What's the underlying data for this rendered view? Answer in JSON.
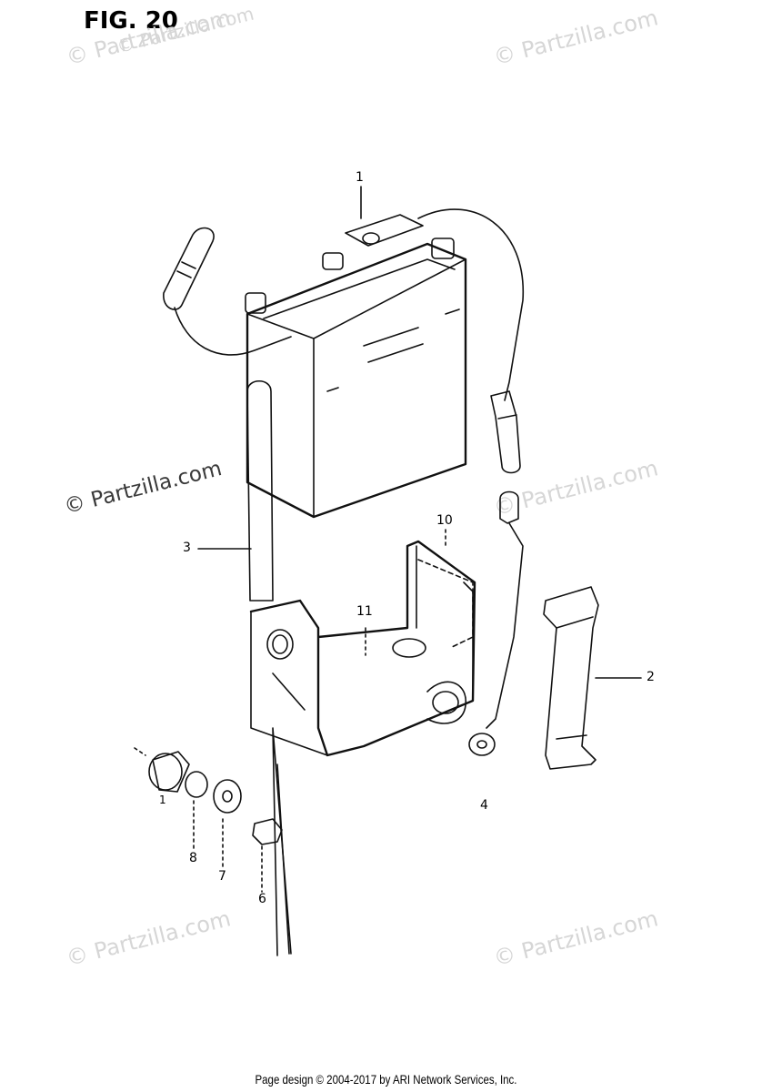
{
  "figure": {
    "title": "FIG. 20"
  },
  "watermarks": [
    {
      "text": "© Partzilla.com",
      "variant": "light"
    },
    {
      "text": "© Partzilla.com",
      "variant": "light"
    },
    {
      "text": "© Partzilla.com",
      "variant": "dark"
    },
    {
      "text": "© Partzilla.com",
      "variant": "light"
    },
    {
      "text": "© Partzilla.com",
      "variant": "light"
    },
    {
      "text": "© Partzilla.com",
      "variant": "light"
    },
    {
      "text": "© Partzilla.com",
      "variant": "light"
    }
  ],
  "callouts": {
    "c1": "1",
    "c2": "2",
    "c3": "3",
    "c4": "4",
    "c6": "6",
    "c7": "7",
    "c8": "8",
    "c10": "10",
    "c11": "11",
    "c1b": "1"
  },
  "footer": {
    "text": "Page design © 2004-2017 by ARI Network Services, Inc."
  }
}
